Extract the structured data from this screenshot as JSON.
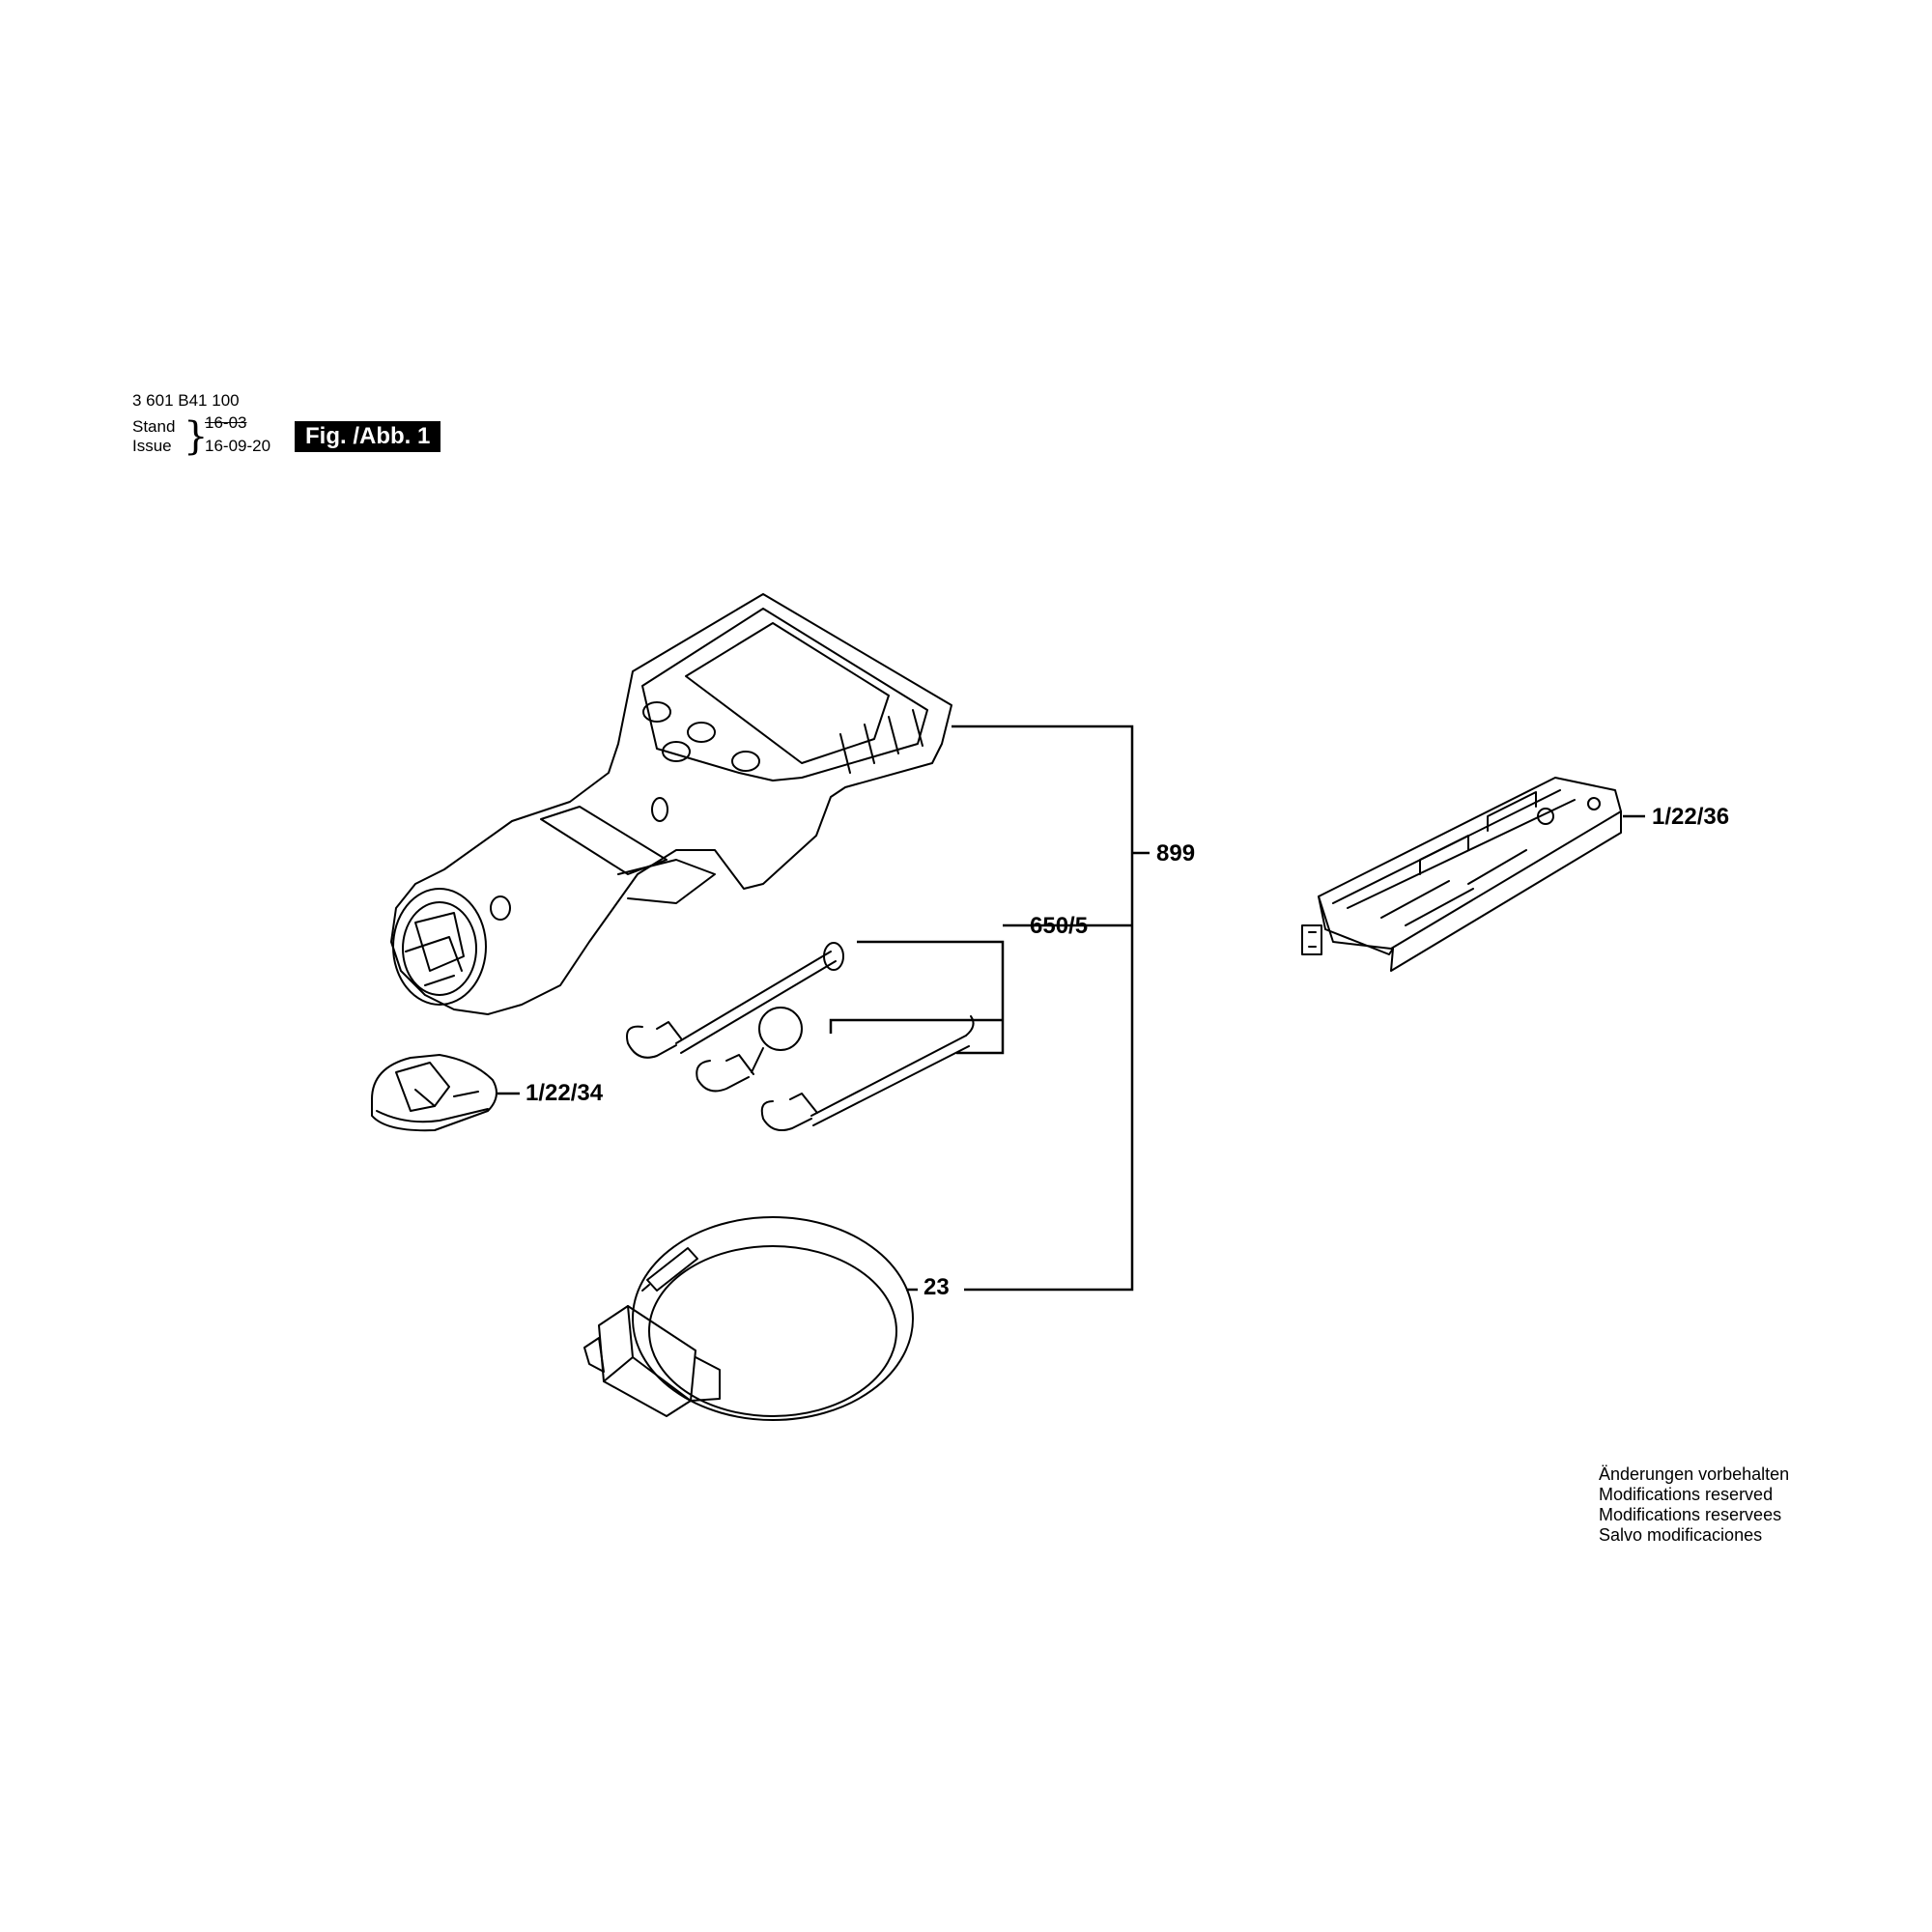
{
  "header": {
    "part_number": "3 601 B41 100",
    "stand_label": "Stand",
    "issue_label": "Issue",
    "old_date": "16-03",
    "issue_date": "16-09-20",
    "figure_label": "Fig. /Abb. 1"
  },
  "callouts": {
    "ref_899": "899",
    "ref_650_5": "650/5",
    "ref_1_22_34": "1/22/34",
    "ref_1_22_36": "1/22/36",
    "ref_23": "23"
  },
  "footer": {
    "line1": "Änderungen vorbehalten",
    "line2": "Modifications reserved",
    "line3": "Modifications reservees",
    "line4": "Salvo modificaciones"
  }
}
